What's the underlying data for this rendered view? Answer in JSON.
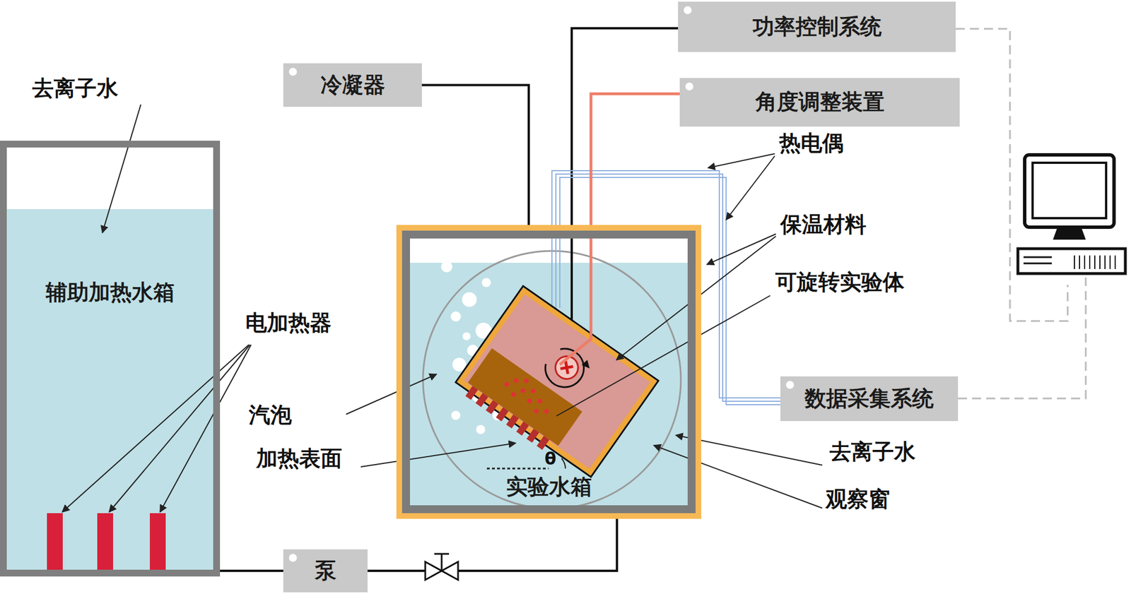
{
  "diagram": {
    "nodes": [
      {
        "text": [
          "功率控制系统"
        ]
      },
      {
        "text": [
          "角度调整装置"
        ]
      },
      {
        "text": [
          "冷凝器"
        ]
      },
      {
        "text": [
          "数据采集系统"
        ]
      },
      {
        "text": [
          "泵"
        ]
      },
      {
        "text": [
          "辅助加热水箱"
        ]
      },
      {
        "text": [
          "实验水箱"
        ]
      }
    ],
    "edges": [
      {
        "from": 2,
        "to": 6,
        "arrow": "none"
      },
      {
        "from": 5,
        "to": 4,
        "arrow": "none"
      },
      {
        "from": 4,
        "to": 6,
        "arrow": "none"
      }
    ],
    "labels": [
      "去离子水",
      "电加热器",
      "热电偶",
      "保温材料",
      "可旋转实验体",
      "汽泡",
      "加热表面",
      "去离子水",
      "观察窗",
      "θ"
    ]
  }
}
